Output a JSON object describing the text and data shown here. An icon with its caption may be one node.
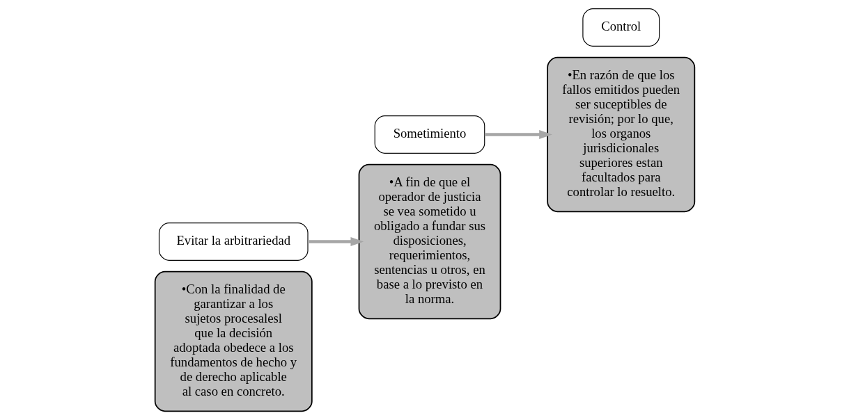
{
  "diagram": {
    "nodes": [
      {
        "text": [
          "•Con la finalidad de garantizar a los sujetos procesalesl que la decisión adoptada obedece a los fundamentos de hecho y de derecho aplicable al caso en concreto."
        ]
      },
      {
        "text": [
          "Evitar la arbitrariedad"
        ]
      },
      {
        "text": [
          "•A fin de que el operador de justicia se vea sometido u obligado a fundar sus disposiciones, requerimientos, sentencias u otros, en base a lo previsto en la norma."
        ]
      },
      {
        "text": [
          "Sometimiento"
        ]
      },
      {
        "text": [
          "•En razón de que los fallos emitidos pueden ser suceptibles de revisión; por lo que, los organos jurisdicionales superiores estan facultados para controlar lo resuelto."
        ]
      },
      {
        "text": [
          "Control"
        ]
      }
    ],
    "edges": [
      {
        "from": 1,
        "to": 2,
        "arrow": "to",
        "color": "#a6a6a6"
      },
      {
        "from": 3,
        "to": 4,
        "arrow": "to",
        "color": "#a6a6a6"
      }
    ]
  }
}
